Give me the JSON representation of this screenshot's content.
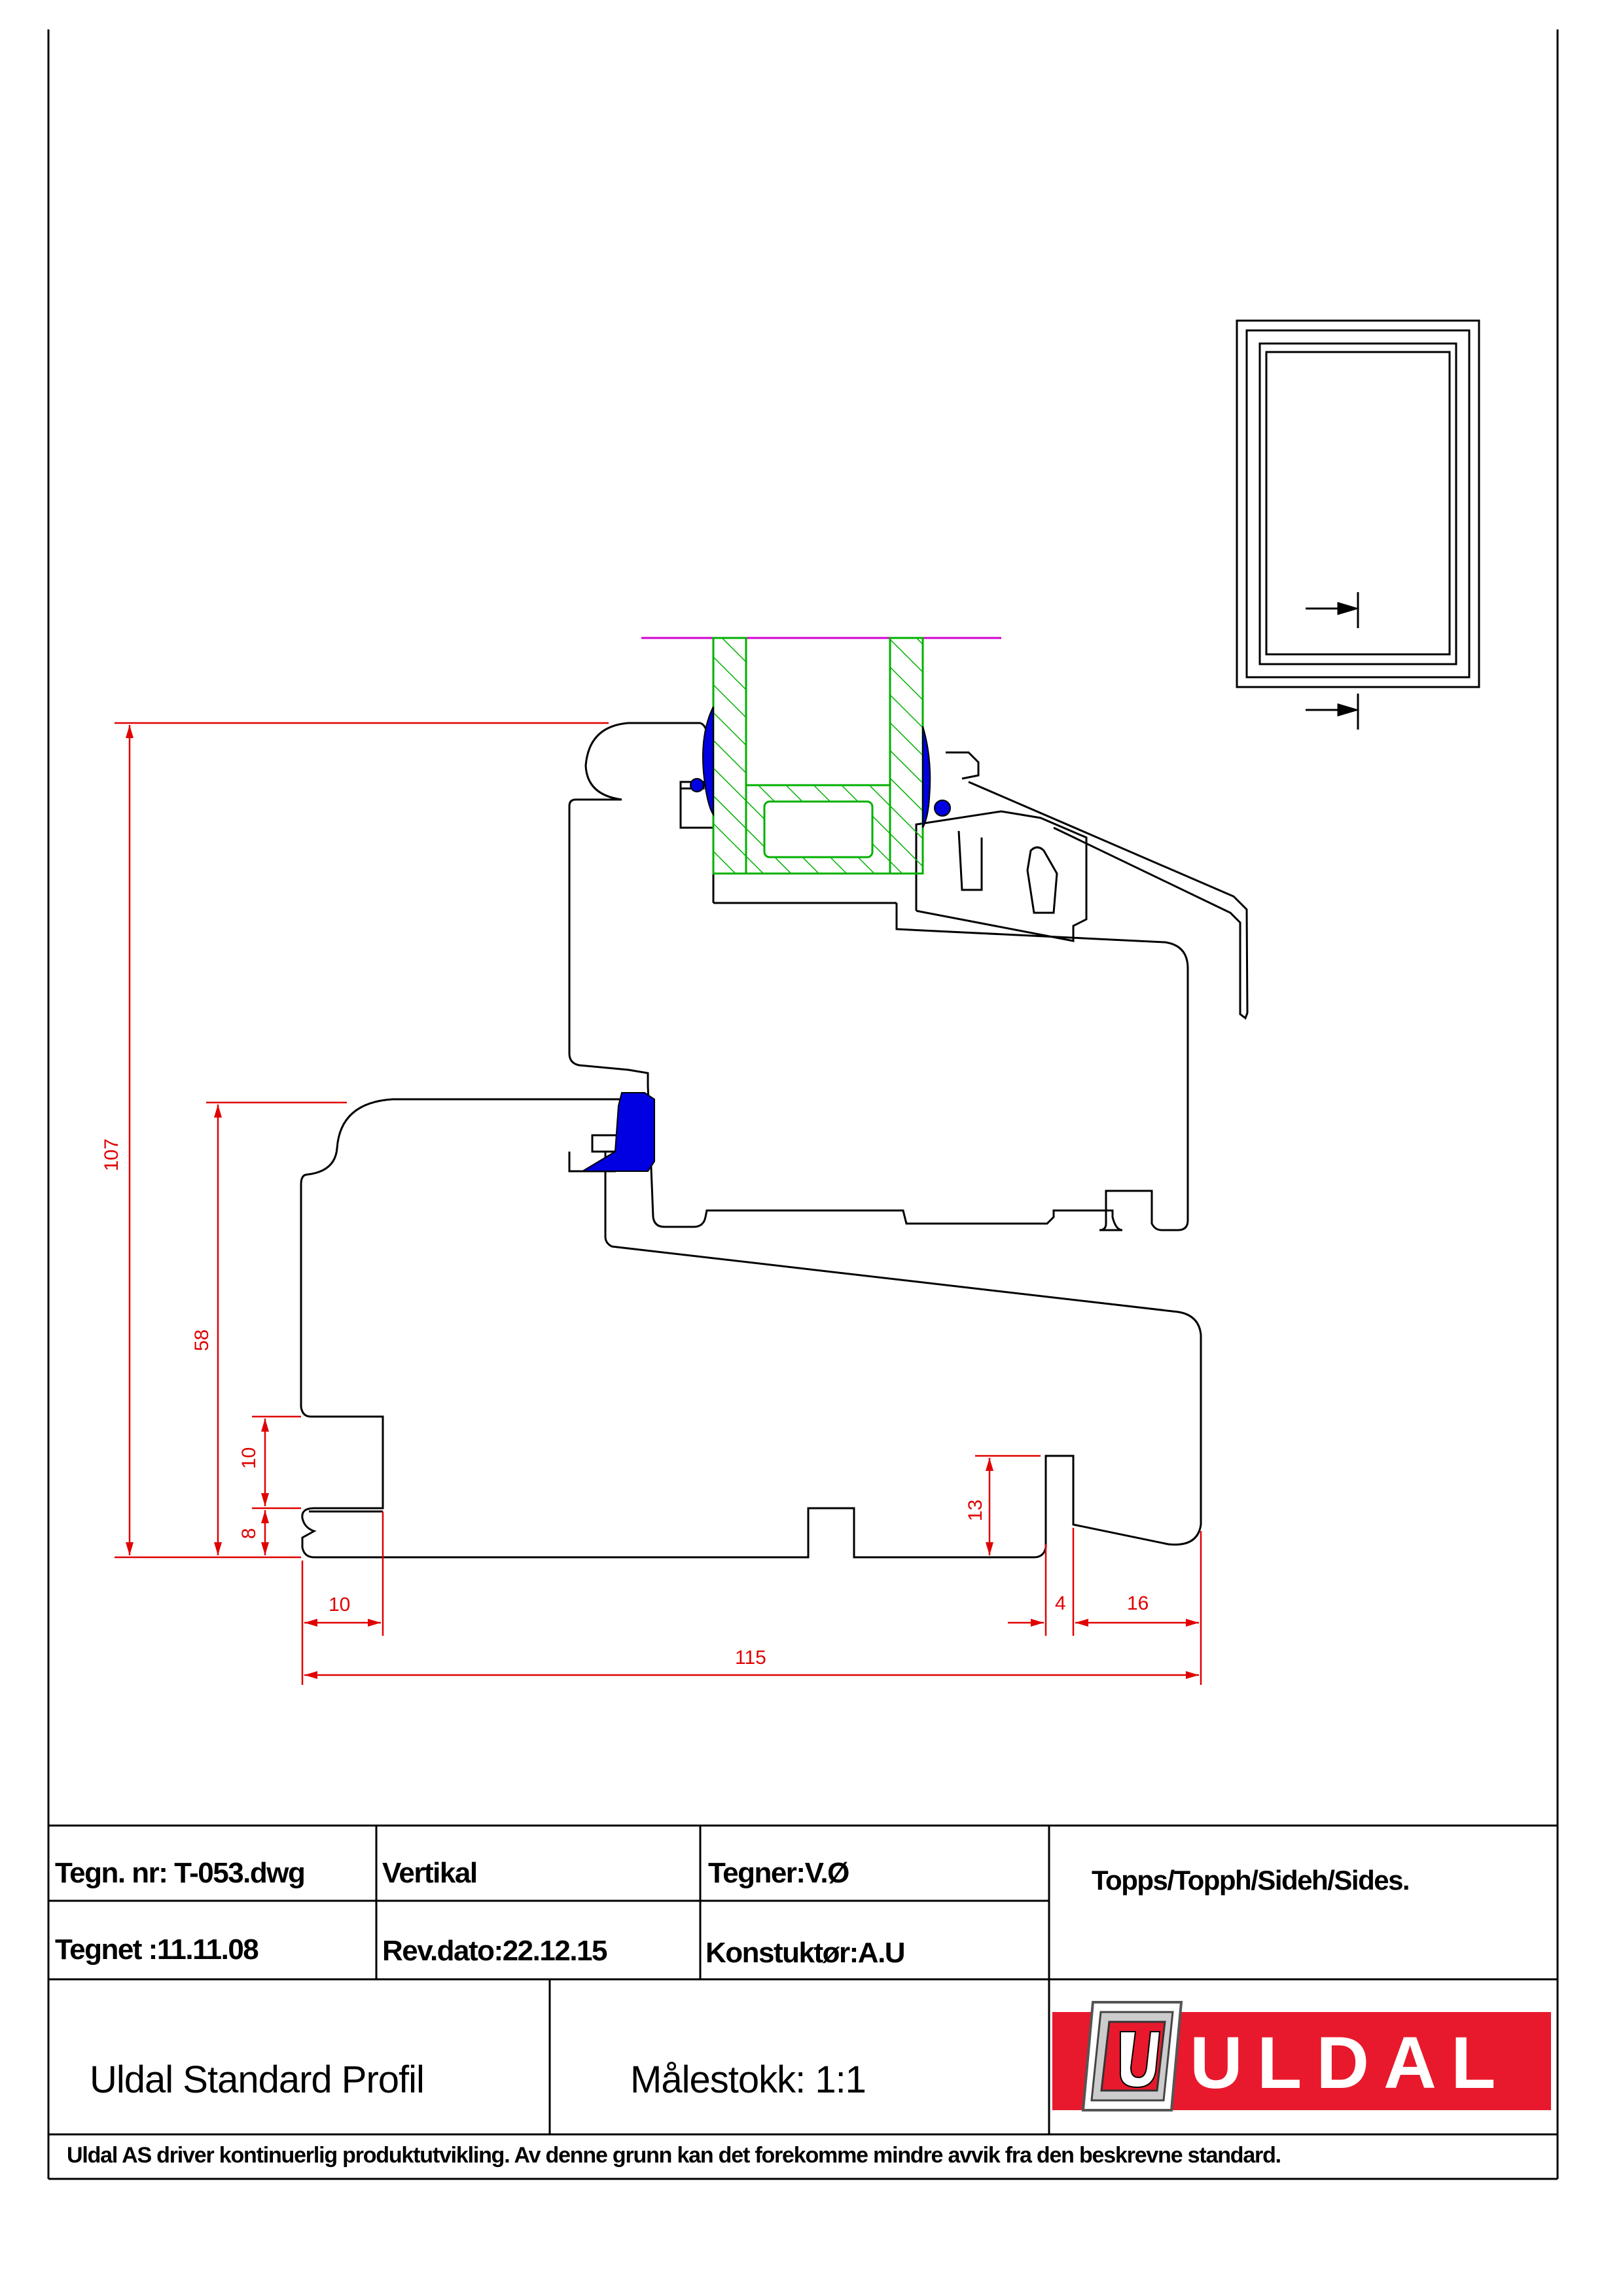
{
  "drawing": {
    "dimensions": {
      "overall_height": "107",
      "inner_height": "58",
      "groove_upper": "10",
      "groove_lower": "8",
      "left_width": "10",
      "right_groove_height": "13",
      "right_small_gap": "4",
      "right_width": "16",
      "total_width": "115"
    }
  },
  "title_block": {
    "drawing_number": "Tegn. nr: T-053.dwg",
    "orientation": "Vertikal",
    "drafter": "Tegner:V.Ø",
    "positions": "Topps/Topph/Sideh/Sides.",
    "drawn_date": "Tegnet :11.11.08",
    "revision_date": "Rev.dato:22.12.15",
    "designer": "Konstuktør:A.U",
    "product_name": "Uldal Standard Profil",
    "scale": "Målestokk: 1:1",
    "logo_text": "ULDAL",
    "disclaimer": "Uldal AS driver kontinuerlig produktutvikling. Av denne grunn kan det forekomme mindre avvik fra den beskrevne standard."
  },
  "colors": {
    "dimension": "#e00000",
    "glass": "#00c000",
    "gasket": "#0000e0",
    "glass_line": "#d000d0",
    "logo_background": "#e8192c",
    "outline": "#000000"
  },
  "icons": [
    "window-frame-icon",
    "uldal-logo-icon"
  ]
}
